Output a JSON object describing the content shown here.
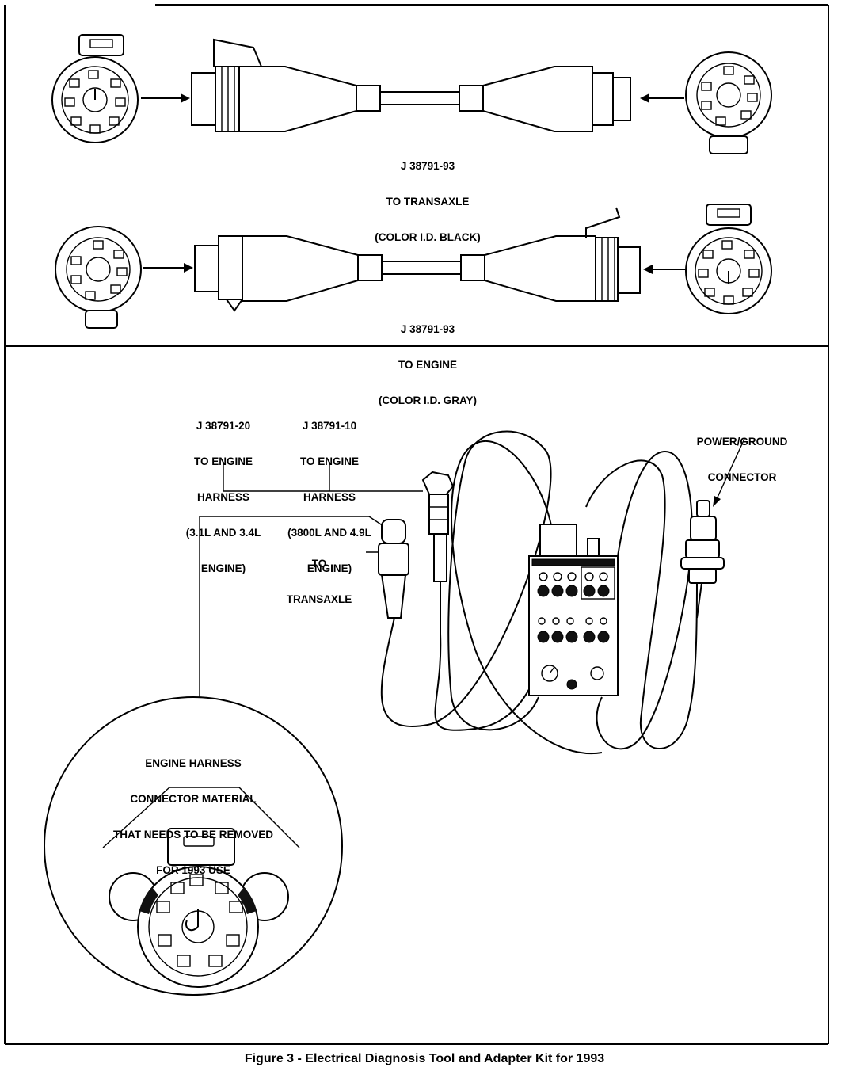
{
  "colors": {
    "ink": "#000000",
    "paper": "#ffffff"
  },
  "adapters": [
    {
      "part": "J 38791-93",
      "destination": "TO TRANSAXLE",
      "color_id": "(COLOR I.D. BLACK)"
    },
    {
      "part": "J 38791-93",
      "destination": "TO ENGINE",
      "color_id": "(COLOR I.D. GRAY)"
    }
  ],
  "harnesses": [
    {
      "part": "J 38791-20",
      "line1": "TO ENGINE",
      "line2": "HARNESS",
      "line3": "(3.1L AND 3.4L",
      "line4": "ENGINE)"
    },
    {
      "part": "J 38791-10",
      "line1": "TO ENGINE",
      "line2": "HARNESS",
      "line3": "(3800L AND 4.9L",
      "line4": "ENGINE)"
    }
  ],
  "power_ground": {
    "line1": "POWER/GROUND",
    "line2": "CONNECTOR"
  },
  "transaxle": {
    "line1": "TO",
    "line2": "TRANSAXLE"
  },
  "detail": {
    "line1": "ENGINE HARNESS",
    "line2": "CONNECTOR MATERIAL",
    "line3": "THAT NEEDS TO BE REMOVED",
    "line4": "FOR 1993 USE"
  },
  "caption": "Figure 3 - Electrical Diagnosis Tool and Adapter Kit for 1993"
}
